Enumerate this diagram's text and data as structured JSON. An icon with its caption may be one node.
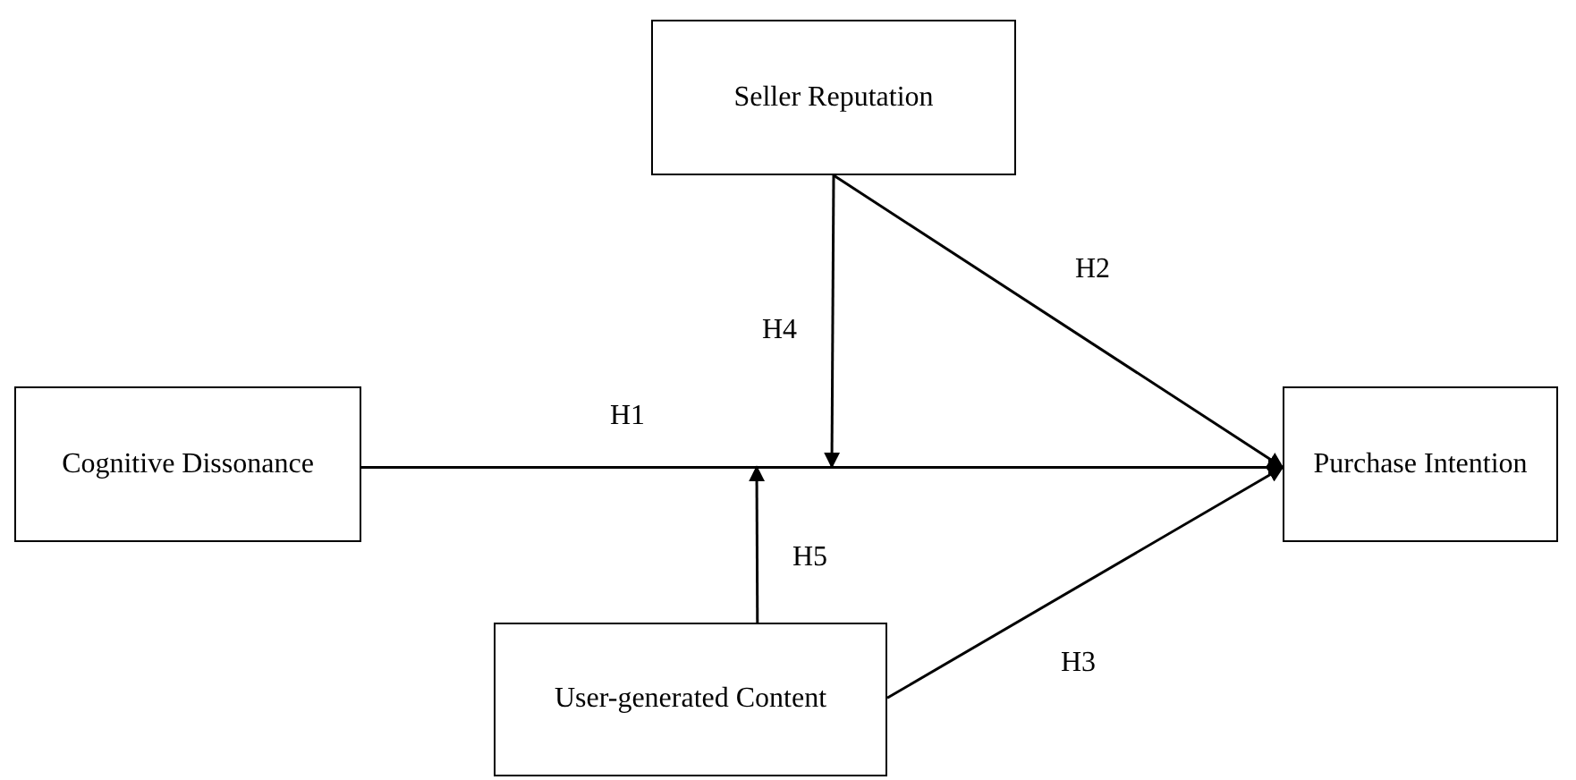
{
  "diagram": {
    "nodes": [
      {
        "text": [
          "Seller Reputation"
        ]
      },
      {
        "text": [
          "Cognitive Dissonance"
        ]
      },
      {
        "text": [
          "Purchase Intention"
        ]
      },
      {
        "text": [
          "User-generated Content"
        ]
      }
    ],
    "edges": [
      {
        "from": 1,
        "to": 2,
        "arrow": "to",
        "label": "H1"
      },
      {
        "from": 0,
        "to": 2,
        "arrow": "to",
        "label": "H2"
      },
      {
        "from": 3,
        "to": 2,
        "arrow": "to",
        "label": "H3"
      },
      {
        "from": 0,
        "to": null,
        "arrow": "to",
        "label": "H4"
      },
      {
        "from": 3,
        "to": null,
        "arrow": "to",
        "label": "H5"
      }
    ]
  }
}
